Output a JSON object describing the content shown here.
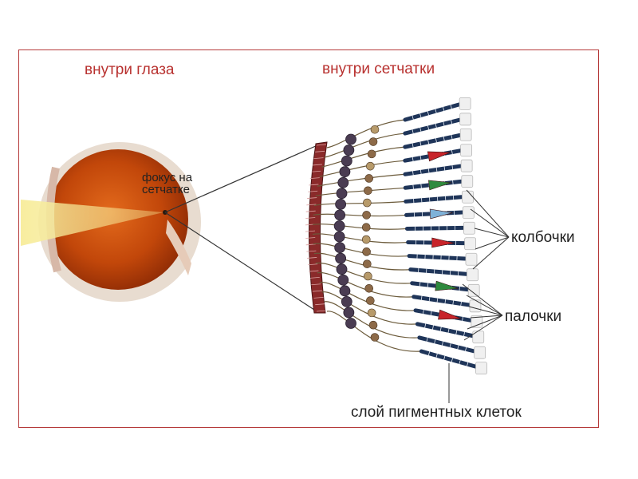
{
  "headings": {
    "eye": "внутри глаза",
    "retina": "внутри сетчатки"
  },
  "labels": {
    "focus_line1": "фокус на",
    "focus_line2": "сетчатке",
    "cones": "колбочки",
    "rods": "палочки",
    "pigment_layer": "слой пигментных клеток"
  },
  "colors": {
    "frame": "#b53a3a",
    "heading": "#b8312f",
    "eyeball": "#c2470a",
    "light_beam": "#f7ec9a",
    "rod": "#1f3559",
    "cone_red": "#c8242a",
    "cone_green": "#2f8a3e",
    "cone_blue": "#7fb2d8"
  }
}
